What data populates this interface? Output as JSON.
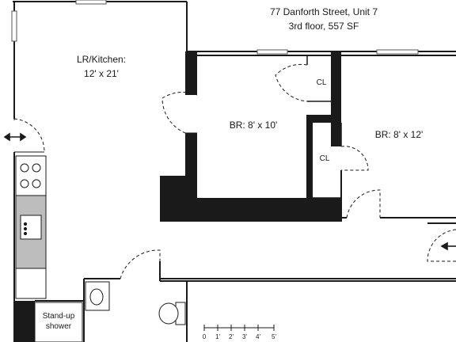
{
  "header": {
    "address": "77 Danforth Street, Unit 7",
    "floor_info": "3rd floor, 557 SF"
  },
  "rooms": {
    "living": {
      "name": "LR/Kitchen:",
      "size": "12' x 21'"
    },
    "bedroom1": {
      "label": "BR: 8' x 10'"
    },
    "bedroom2": {
      "label": "BR: 8' x 12'"
    },
    "closet1": "CL",
    "closet2": "CL",
    "shower": {
      "line1": "Stand-up",
      "line2": "shower"
    }
  },
  "scale": {
    "ticks": [
      "0",
      "1'",
      "2'",
      "3'",
      "4'",
      "5'"
    ]
  },
  "icons": {
    "entry_left": "double-arrow-icon",
    "entry_right": "arrow-left-icon"
  }
}
